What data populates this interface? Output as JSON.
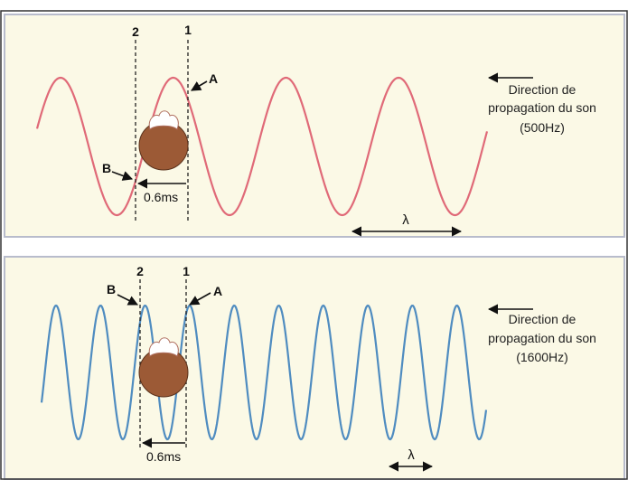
{
  "colors": {
    "panel_background": "#fbf9e6",
    "wave_top": "#e06a78",
    "wave_bottom": "#4f8cc0",
    "head_skin": "#9c5a36",
    "ear_white": "#ffffff"
  },
  "top_panel": {
    "line_2_label": "2",
    "line_1_label": "1",
    "point_a_label": "A",
    "point_b_label": "B",
    "delay_label": "0.6ms",
    "wavelength_label": "λ",
    "direction_line_1": "Direction de",
    "direction_line_2": "propagation du son",
    "frequency_label": "(500Hz)",
    "wave_icon": "sine-wave-icon",
    "head_icon": "listener-head-icon"
  },
  "bottom_panel": {
    "line_2_label": "2",
    "line_1_label": "1",
    "point_a_label": "A",
    "point_b_label": "B",
    "delay_label": "0.6ms",
    "wavelength_label": "λ",
    "direction_line_1": "Direction de",
    "direction_line_2": "propagation du son",
    "frequency_label": "(1600Hz)",
    "wave_icon": "sine-wave-icon",
    "head_icon": "listener-head-icon"
  }
}
